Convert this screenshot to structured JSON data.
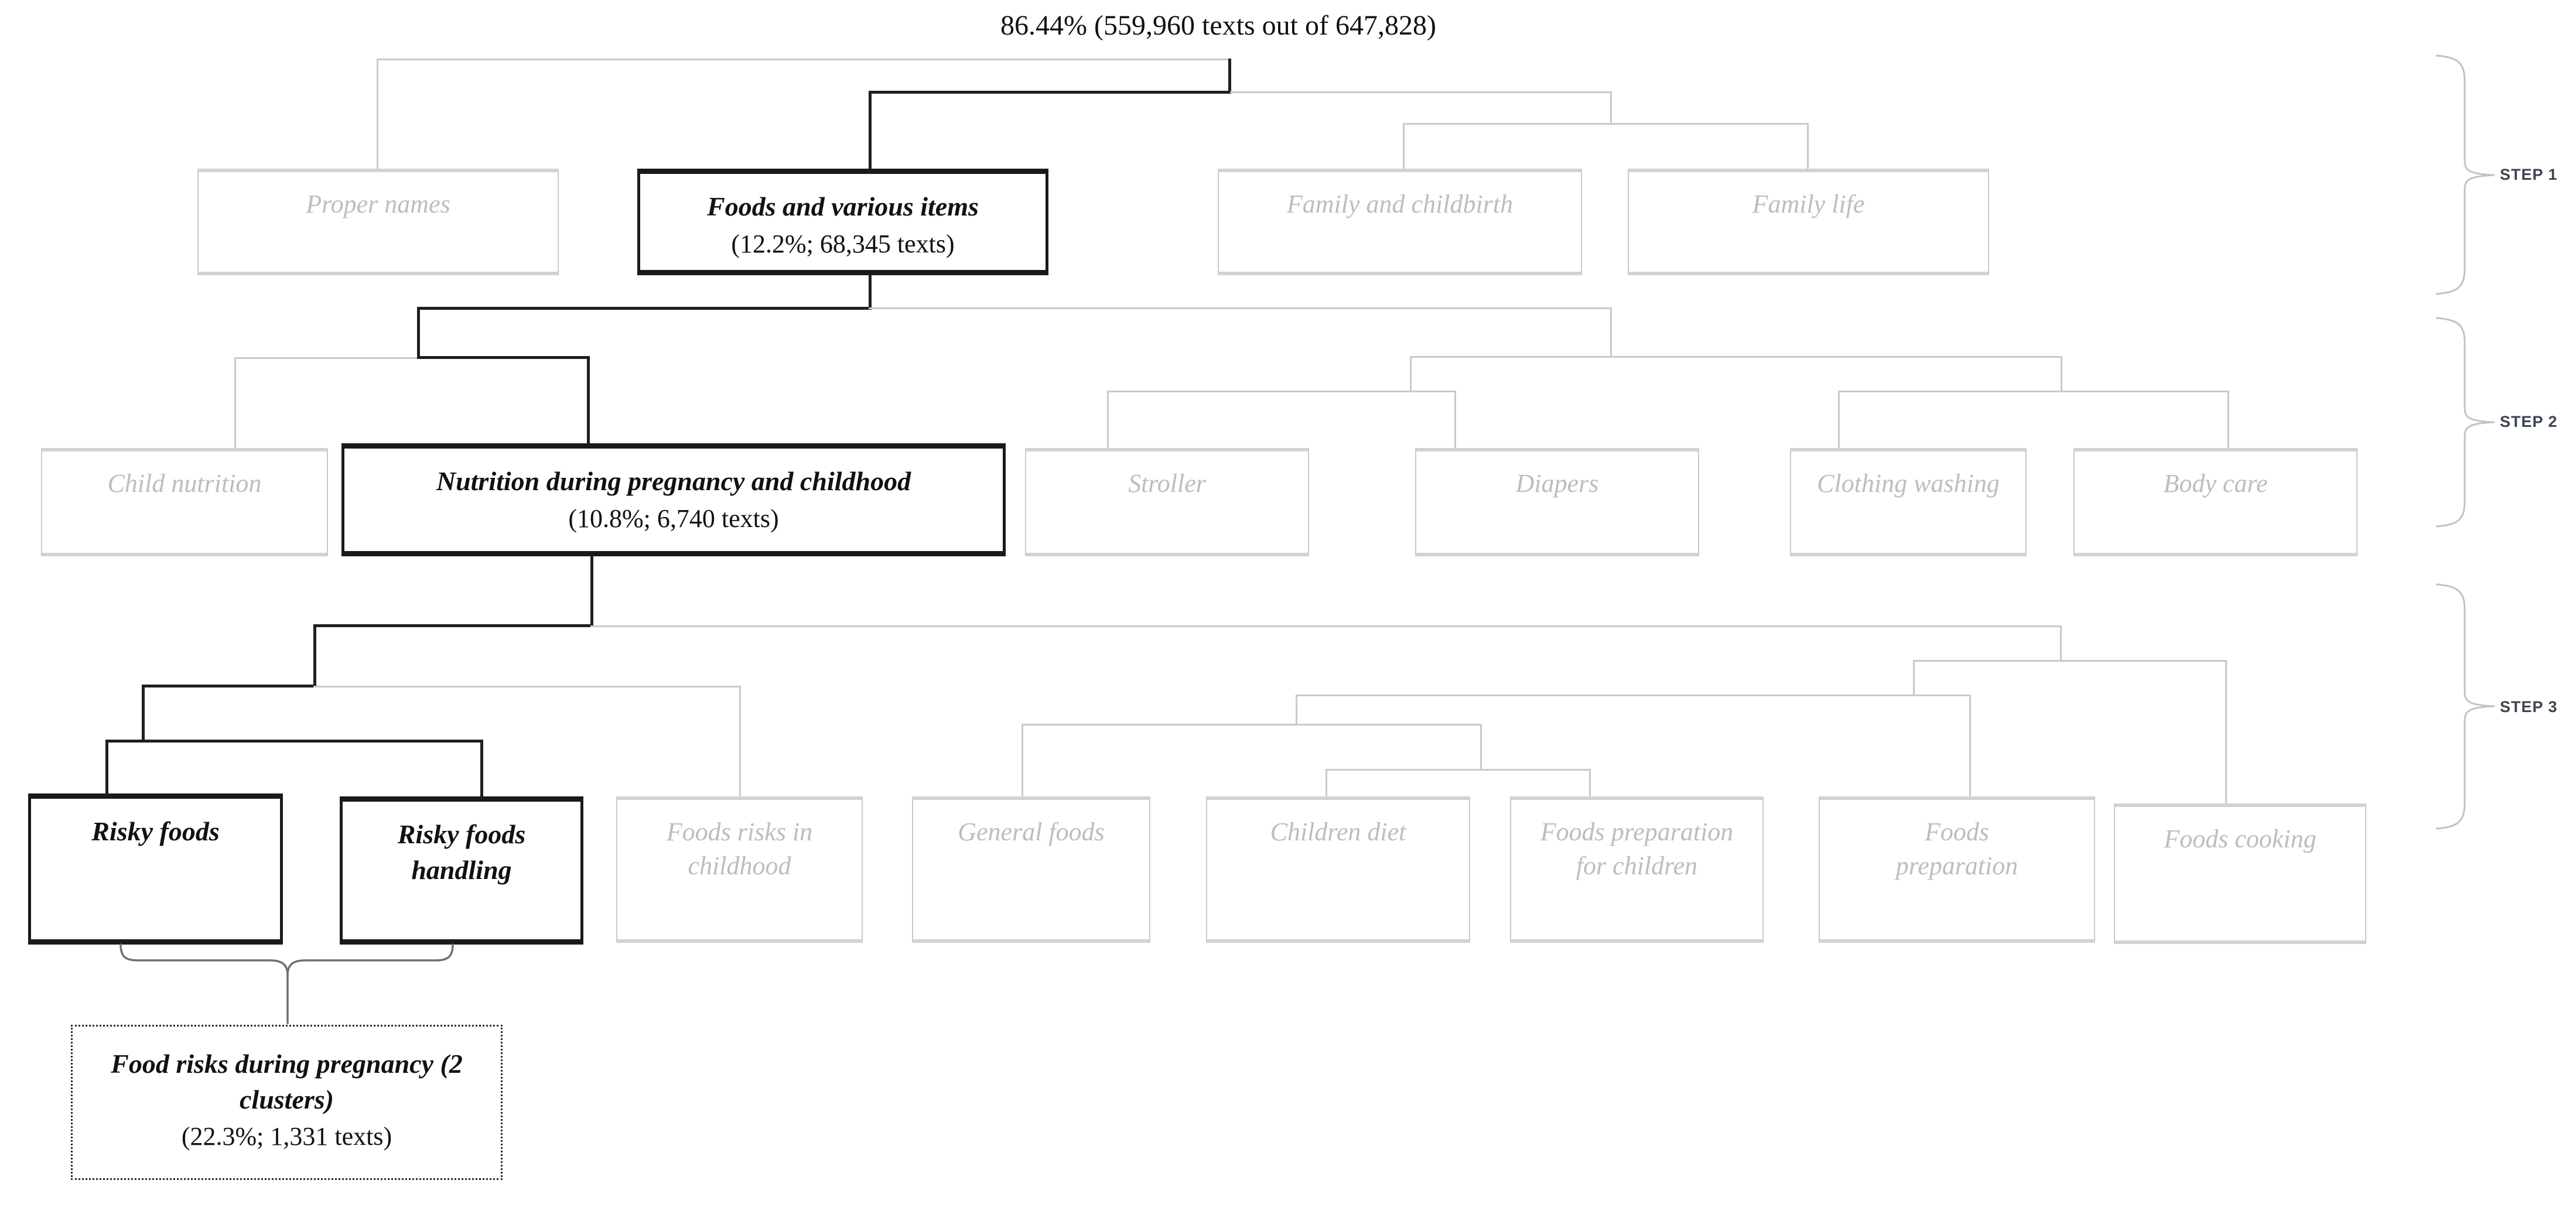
{
  "title": "86.44% (559,960 texts out of 647,828)",
  "steps": {
    "step1": "STEP 1",
    "step2": "STEP 2",
    "step3": "STEP 3"
  },
  "colors": {
    "active_border": "#1a1a1a",
    "inactive_border": "#c9c9c9",
    "inactive_text": "#bdbdbd",
    "line_gray": "#c9c9c9",
    "line_black": "#1f1f1f",
    "step_label": "#3d4450"
  },
  "nodes": {
    "step1": [
      {
        "label": "Proper names",
        "state": "inactive"
      },
      {
        "label": "Foods and various items",
        "stats": "(12.2%; 68,345 texts)",
        "state": "active"
      },
      {
        "label": "Family and childbirth",
        "state": "inactive"
      },
      {
        "label": "Family life",
        "state": "inactive"
      }
    ],
    "step2": [
      {
        "label": "Child nutrition",
        "state": "inactive"
      },
      {
        "label": "Nutrition during pregnancy and childhood",
        "stats": "(10.8%; 6,740 texts)",
        "state": "active"
      },
      {
        "label": "Stroller",
        "state": "inactive"
      },
      {
        "label": "Diapers",
        "state": "inactive"
      },
      {
        "label": "Clothing washing",
        "state": "inactive"
      },
      {
        "label": "Body care",
        "state": "inactive"
      }
    ],
    "step3": [
      {
        "label": "Risky foods",
        "state": "active"
      },
      {
        "label": "Risky foods handling",
        "state": "active"
      },
      {
        "label": "Foods risks in childhood",
        "state": "inactive"
      },
      {
        "label": "General foods",
        "state": "inactive"
      },
      {
        "label": "Children diet",
        "state": "inactive"
      },
      {
        "label": "Foods preparation for children",
        "state": "inactive"
      },
      {
        "label": "Foods preparation",
        "state": "inactive"
      },
      {
        "label": "Foods cooking",
        "state": "inactive"
      }
    ]
  },
  "summary": {
    "label": "Food risks during pregnancy (2 clusters)",
    "stats": "(22.3%; 1,331 texts)"
  }
}
